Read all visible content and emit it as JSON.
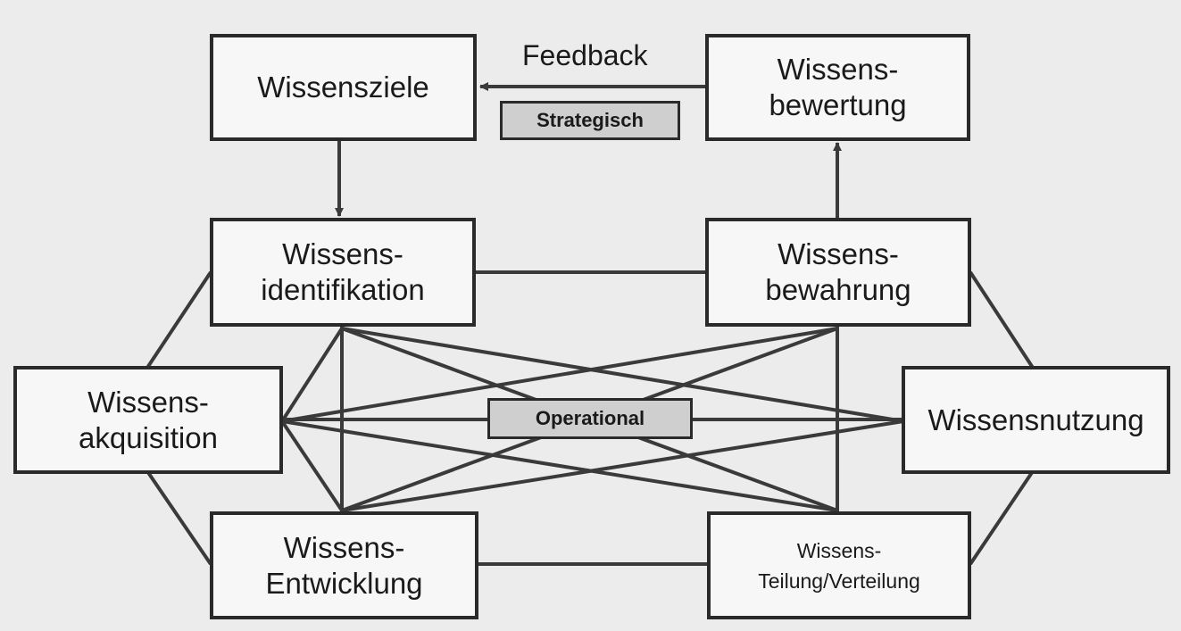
{
  "nodes": {
    "ziele": [
      "Wissensziele"
    ],
    "bewertung": [
      "Wissens-",
      "bewertung"
    ],
    "identifikation": [
      "Wissens-",
      "identifikation"
    ],
    "bewahrung": [
      "Wissens-",
      "bewahrung"
    ],
    "akquisition": [
      "Wissens-",
      "akquisition"
    ],
    "nutzung": [
      "Wissensnutzung"
    ],
    "entwicklung": [
      "Wissens-",
      "Entwicklung"
    ],
    "teilung": [
      "Wissens-",
      "Teilung/Verteilung"
    ]
  },
  "labels": {
    "feedback": "Feedback",
    "strategic": "Strategisch",
    "operational": "Operational"
  },
  "colors": {
    "line": "#3a3a3a",
    "box_border": "#2a2a2a",
    "tag_fill": "#cfcfcf"
  }
}
